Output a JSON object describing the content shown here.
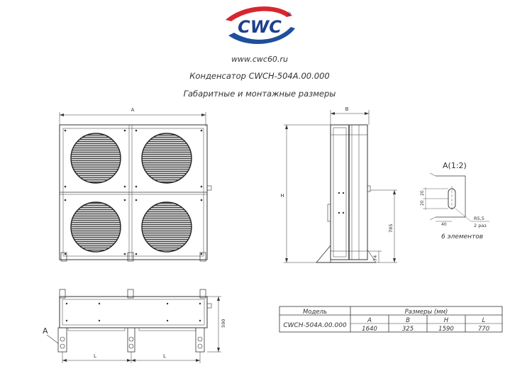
{
  "header": {
    "brand": "CWC",
    "registered_mark": "®",
    "website": "www.cwc60.ru",
    "title": "Конденсатор CWCH-504A.00.000",
    "subtitle": "Габаритные и монтажные размеры",
    "brand_colors": {
      "red": "#d8262f",
      "blue": "#1f4f9c"
    }
  },
  "dimensions": {
    "A": "A",
    "B": "B",
    "H": "H",
    "L": "L",
    "d785": "785",
    "d74": "74",
    "d590": "590"
  },
  "detail": {
    "title": "A(1:2)",
    "d20a": "20",
    "d20b": "20",
    "d40": "40",
    "radius": "R5,5",
    "count": "2 раз",
    "note": "6 элементов"
  },
  "section_marker": "A",
  "table": {
    "model_header": "Модель",
    "size_header": "Размеры (мм)",
    "columns": [
      "A",
      "B",
      "H",
      "L"
    ],
    "rows": [
      {
        "model": "CWCH-504A.00.000",
        "values": [
          "1640",
          "325",
          "1590",
          "770"
        ]
      }
    ]
  }
}
